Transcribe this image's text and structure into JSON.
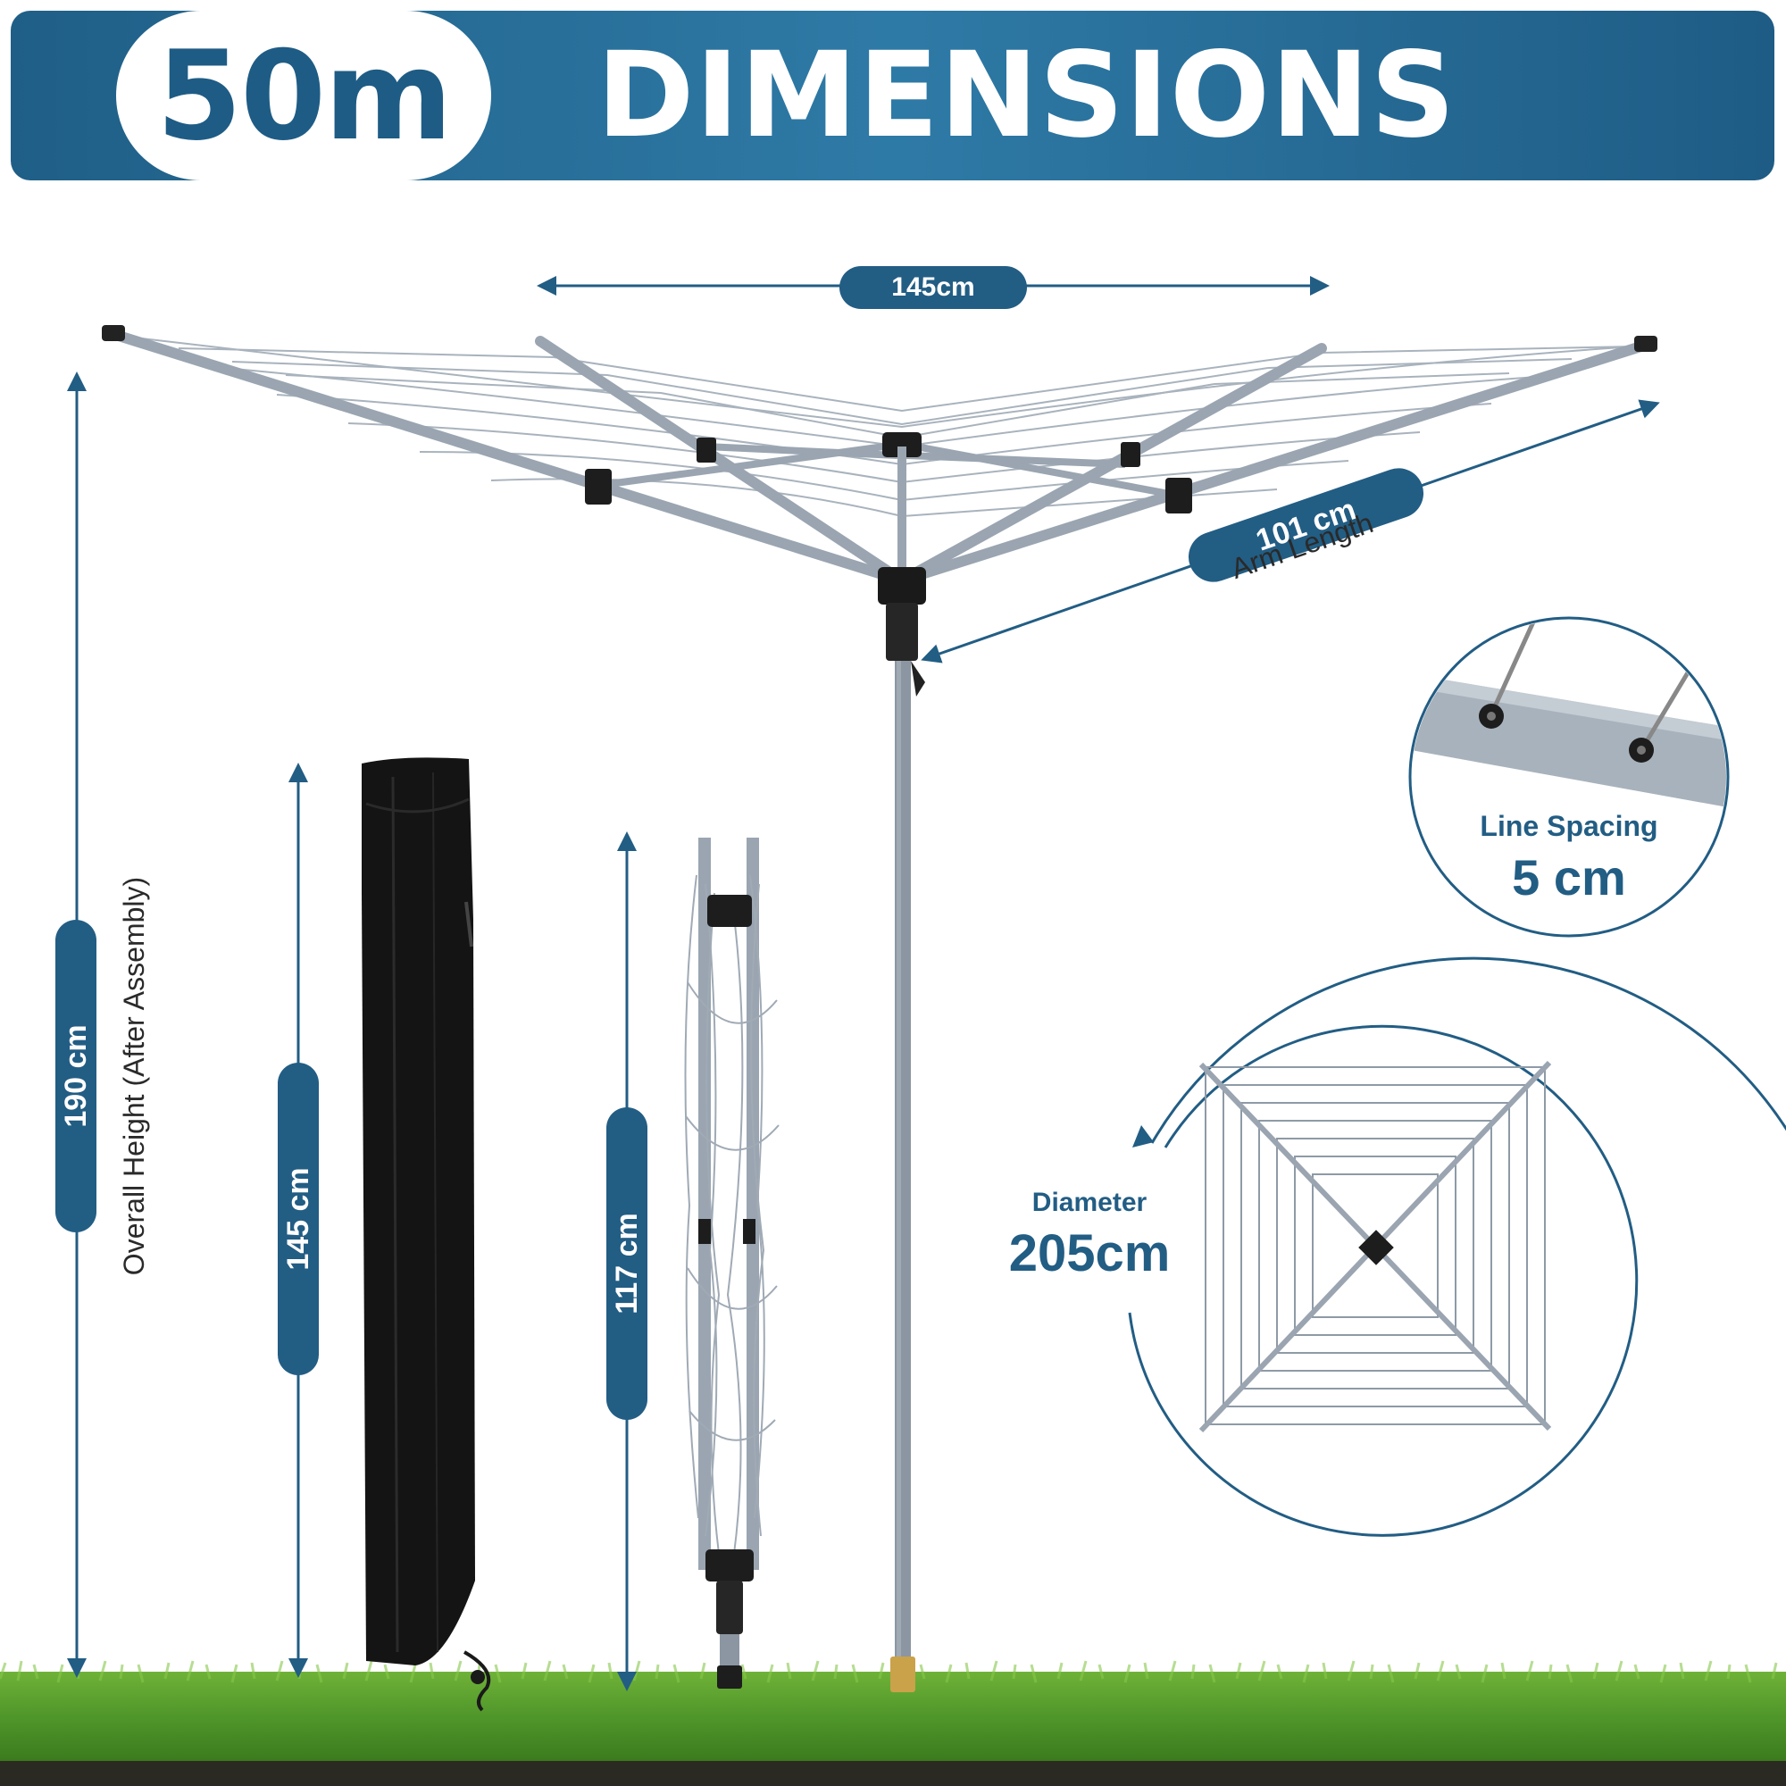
{
  "header": {
    "badge": "50m",
    "title": "DIMENSIONS"
  },
  "dimensions": {
    "width": "145cm",
    "arm_length_value": "101 cm",
    "arm_length_caption": "Arm Length",
    "overall_height_value": "190 cm",
    "overall_height_caption": "Overall Height (After Assembly)",
    "bag_height": "145 cm",
    "folded_height": "117 cm"
  },
  "line_spacing": {
    "label": "Line Spacing",
    "value": "5 cm"
  },
  "diameter": {
    "label": "Diameter",
    "value": "205cm"
  },
  "colors": {
    "accent": "#225d84",
    "header": "#2e7aa6",
    "frame": "#8e9aa6",
    "grass": "#4f962a"
  }
}
